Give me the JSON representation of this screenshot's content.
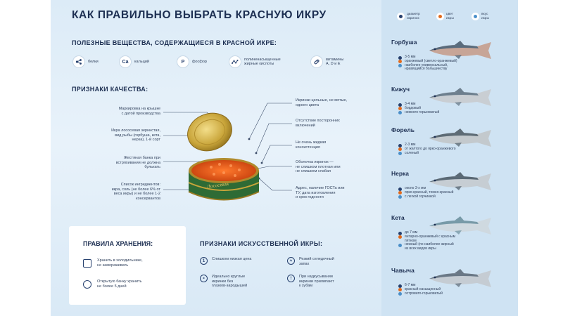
{
  "title": "КАК ПРАВИЛЬНО ВЫБРАТЬ КРАСНУЮ ИКРУ",
  "nutrients": {
    "heading": "ПОЛЕЗНЫЕ ВЕЩЕСТВА, СОДЕРЖАЩИЕСЯ В КРАСНОЙ ИКРЕ:",
    "items": [
      {
        "icon": "molecule-icon",
        "symbol": "",
        "label": "белки"
      },
      {
        "icon": "calcium-icon",
        "symbol": "Ca",
        "label": "кальций"
      },
      {
        "icon": "phosphorus-icon",
        "symbol": "P",
        "label": "фосфор"
      },
      {
        "icon": "fatty-acids-icon",
        "symbol": "",
        "label": "полиненасыщенные\nжирные кислоты"
      },
      {
        "icon": "vitamin-capsule-icon",
        "symbol": "",
        "label": "витамины\nА, D и Е"
      }
    ]
  },
  "quality": {
    "heading": "ПРИЗНАКИ КАЧЕСТВА:",
    "left": [
      "Маркировка на крышке\nс датой производства",
      "Икра лососевая зернистая,\nвид рыбы (горбуша, кета,\nнерка), 1-й сорт",
      "Жестяная банка при\nвстряхивании не должна\nбулькать",
      "Список ингредиентов:\nикра, соль (не более 6% от\nвеса икры) и не более 1-2\nконсервантов"
    ],
    "right": [
      "Икринки цельные, не мятые,\nодного цвета",
      "Отсутствие посторонних\nвключений",
      "Не очень жидкая\nконсистенция",
      "Оболочка икринок —\nне слишком плотная или\nне слишком слабая",
      "Адрес, наличие ГОСТа или\nТУ, дата изготовления\nи срок годности"
    ]
  },
  "storage": {
    "heading": "ПРАВИЛА ХРАНЕНИЯ:",
    "items": [
      {
        "icon": "fridge-icon",
        "text": "Хранить в холодильнике,\nне замораживать"
      },
      {
        "icon": "open-can-icon",
        "text": "Открытую банку хранить\nне более 5 дней"
      }
    ]
  },
  "fake": {
    "heading": "ПРИЗНАКИ ИСКУССТВЕННОЙ ИКРЫ:",
    "items": [
      {
        "icon": "number-one-icon",
        "symbol": "1",
        "text": "Слишком низкая цена"
      },
      {
        "icon": "herring-smell-icon",
        "symbol": "≈",
        "text": "Резкий селедочный\nзапах"
      },
      {
        "icon": "roe-grains-icon",
        "symbol": "∘",
        "text": "Идеально круглые\nикринки без\nглазков-зародышей"
      },
      {
        "icon": "warning-icon",
        "symbol": "!",
        "text": "При надкусывании\nикринки прилипают\nк зубам"
      }
    ]
  },
  "legend": [
    {
      "icon": "diameter-icon",
      "label": "диаметр\nикринок",
      "color": "#26406e"
    },
    {
      "icon": "color-icon",
      "label": "цвет\nикры",
      "color": "#e26a1c"
    },
    {
      "icon": "taste-icon",
      "label": "вкус\nикры",
      "color": "#4a8fc9"
    }
  ],
  "fish": [
    {
      "name": "Горбуша",
      "diameter": "3-5 мм",
      "color": "оранжевый (светло-оранжевый)",
      "taste": "наиболее универсальный,\nнравящийся большинству",
      "body": "#c7a597",
      "back": "#596b7c"
    },
    {
      "name": "Кижуч",
      "diameter": "3-4 мм",
      "color": "бордовый",
      "taste": "немного горьковатый",
      "body": "#c9ced3",
      "back": "#6d7f8e"
    },
    {
      "name": "Форель",
      "diameter": "2-3 мм",
      "color": "от желтого до ярко-оранжевого",
      "taste": "соленый",
      "body": "#c3c9cd",
      "back": "#5d6b75"
    },
    {
      "name": "Нерка",
      "diameter": "около 3-х мм",
      "color": "ярко-красный, темно-красный",
      "taste": "с легкой горчинкой",
      "body": "#c6cdd3",
      "back": "#5a6975"
    },
    {
      "name": "Кета",
      "diameter": "до 7 мм",
      "color": "янтарно-оранжевый с красным\nпятном",
      "taste": "нежный (по наиболее жирный\nиз всех видов икры",
      "body": "#cfd9e0",
      "back": "#789aa8"
    },
    {
      "name": "Чавыча",
      "diameter": "6-7 мм",
      "color": "красный насыщенный",
      "taste": "островато-горьковатый",
      "body": "#c5ccd3",
      "back": "#6a7886"
    }
  ]
}
